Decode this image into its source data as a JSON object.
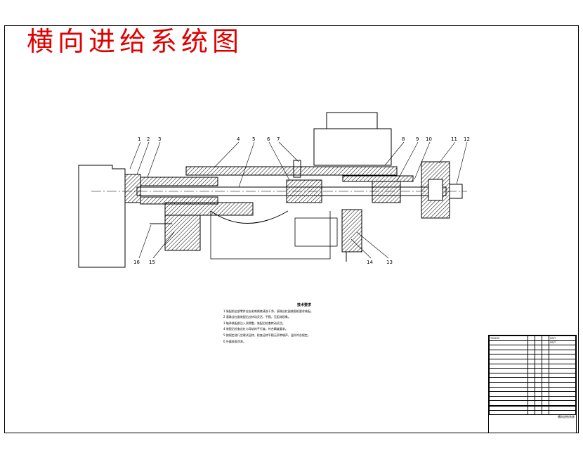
{
  "title": "横向进给系统图",
  "part_numbers": [
    "1",
    "2",
    "3",
    "4",
    "5",
    "6",
    "7",
    "8",
    "9",
    "10",
    "11",
    "12",
    "13",
    "14",
    "15",
    "16"
  ],
  "notes": {
    "heading": "技术要求",
    "lines": [
      "1 装配前全部零件应去毛刺倒棱清洗干净，滚珠丝杠副按图纸要求装配。",
      "2 滚珠丝杠副装配后应转动灵活、平稳，无阻滞现象。",
      "3 轴承装配前注入润滑脂，装配后检查转动灵活。",
      "4 装配后检查丝杠与导轨的平行度，符合精度要求。",
      "5 按规定进行空载试运转，检查运转平稳无异常噪声，温升符合规定。",
      "6 外露表面涂漆。"
    ]
  },
  "title_block": {
    "rows": [
      [
        "Y08200",
        "",
        "",
        "",
        "GB/T"
      ],
      [
        "",
        "",
        "",
        "",
        "GB/T"
      ],
      [
        "",
        "",
        "",
        "",
        ""
      ],
      [
        "",
        "",
        "",
        "",
        ""
      ],
      [
        "",
        "",
        "",
        "",
        ""
      ],
      [
        "",
        "",
        "",
        "",
        ""
      ],
      [
        "",
        "",
        "",
        "",
        ""
      ],
      [
        "",
        "",
        "",
        "",
        ""
      ],
      [
        "",
        "",
        "",
        "",
        ""
      ],
      [
        "",
        "",
        "",
        "",
        ""
      ],
      [
        "",
        "",
        "",
        "",
        ""
      ],
      [
        "",
        "",
        "",
        "",
        ""
      ],
      [
        "",
        "",
        "",
        "",
        ""
      ],
      [
        "",
        "",
        "",
        "",
        ""
      ],
      [
        "",
        "",
        "",
        "",
        ""
      ],
      [
        "",
        "",
        "",
        "",
        ""
      ],
      [
        "",
        "",
        "",
        "",
        ""
      ]
    ],
    "drawing_name": "横向进给系统"
  }
}
